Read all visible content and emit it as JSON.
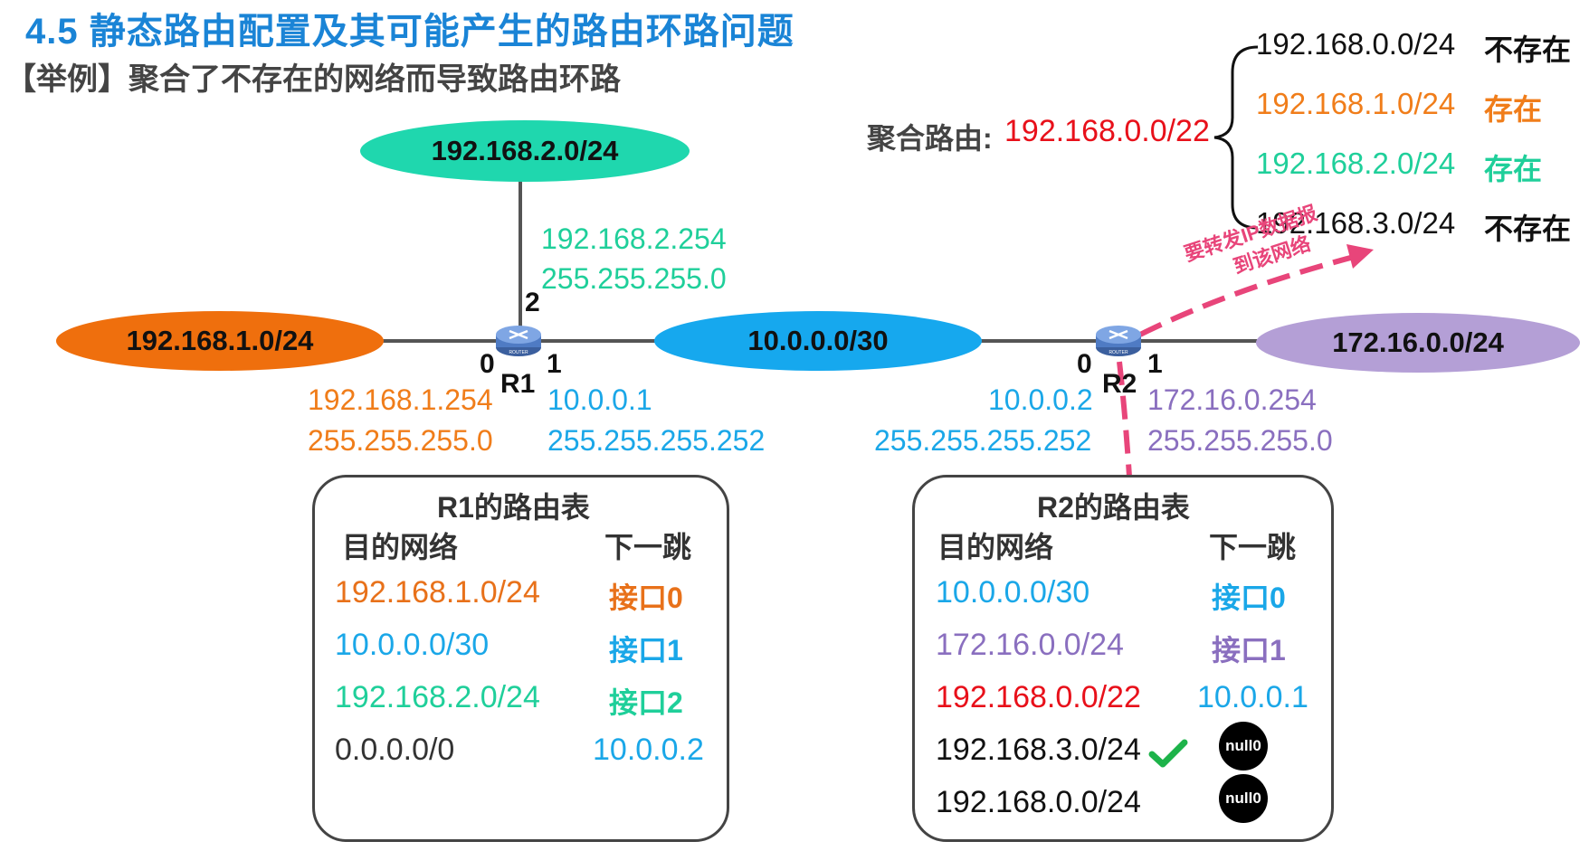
{
  "title": "4.5  静态路由配置及其可能产生的路由环路问题",
  "subtitle": "【举例】聚合了不存在的网络而导致路由环路",
  "networks": {
    "net_192_168_2": "192.168.2.0/24",
    "net_192_168_1": "192.168.1.0/24",
    "net_10": "10.0.0.0/30",
    "net_172": "172.16.0.0/24"
  },
  "r1": {
    "name": "R1",
    "port0": "0",
    "port1": "1",
    "port2": "2",
    "if0_ip": "192.168.1.254",
    "if0_mask": "255.255.255.0",
    "if1_ip": "10.0.0.1",
    "if1_mask": "255.255.255.252",
    "if2_ip": "192.168.2.254",
    "if2_mask": "255.255.255.0"
  },
  "r2": {
    "name": "R2",
    "port0": "0",
    "port1": "1",
    "if0_ip": "10.0.0.2",
    "if0_mask": "255.255.255.252",
    "if1_ip": "172.16.0.254",
    "if1_mask": "255.255.255.0"
  },
  "aggregate": {
    "label": "聚合路由:",
    "route": "192.168.0.0/22",
    "items": [
      {
        "net": "192.168.0.0/24",
        "status": "不存在",
        "color": "#111111"
      },
      {
        "net": "192.168.1.0/24",
        "status": "存在",
        "color": "#f07d1a"
      },
      {
        "net": "192.168.2.0/24",
        "status": "存在",
        "color": "#1fcf9a"
      },
      {
        "net": "192.168.3.0/24",
        "status": "不存在",
        "color": "#111111"
      }
    ]
  },
  "arrow_note": {
    "line1": "要转发IP数据报",
    "line2": "到该网络"
  },
  "r1_table": {
    "title": "R1的路由表",
    "col_dest": "目的网络",
    "col_next": "下一跳",
    "rows": [
      {
        "dest": "192.168.1.0/24",
        "next": "接口0",
        "color": "#e8711a"
      },
      {
        "dest": "10.0.0.0/30",
        "next": "接口1",
        "color": "#1aa7e8"
      },
      {
        "dest": "192.168.2.0/24",
        "next": "接口2",
        "color": "#1fcf9a"
      },
      {
        "dest": "0.0.0.0/0",
        "next": "10.0.0.2",
        "color": "#333333"
      }
    ]
  },
  "r2_table": {
    "title": "R2的路由表",
    "col_dest": "目的网络",
    "col_next": "下一跳",
    "rows": [
      {
        "dest": "10.0.0.0/30",
        "next": "接口0"
      },
      {
        "dest": "172.16.0.0/24",
        "next": "接口1"
      },
      {
        "dest": "192.168.0.0/22",
        "next": "10.0.0.1"
      },
      {
        "dest": "192.168.3.0/24",
        "next": "null0"
      },
      {
        "dest": "192.168.0.0/24",
        "next": "null0"
      }
    ]
  },
  "colors": {
    "title": "#1a84d6",
    "orange": "#f07d1a",
    "teal": "#1fcf9a",
    "blue": "#1aa7e8",
    "purple": "#8a6fbf",
    "red": "#e8101a",
    "pink_arrow": "#e8457a",
    "check": "#1db34a"
  },
  "icons": {
    "router": "router-icon",
    "check": "check-icon"
  }
}
